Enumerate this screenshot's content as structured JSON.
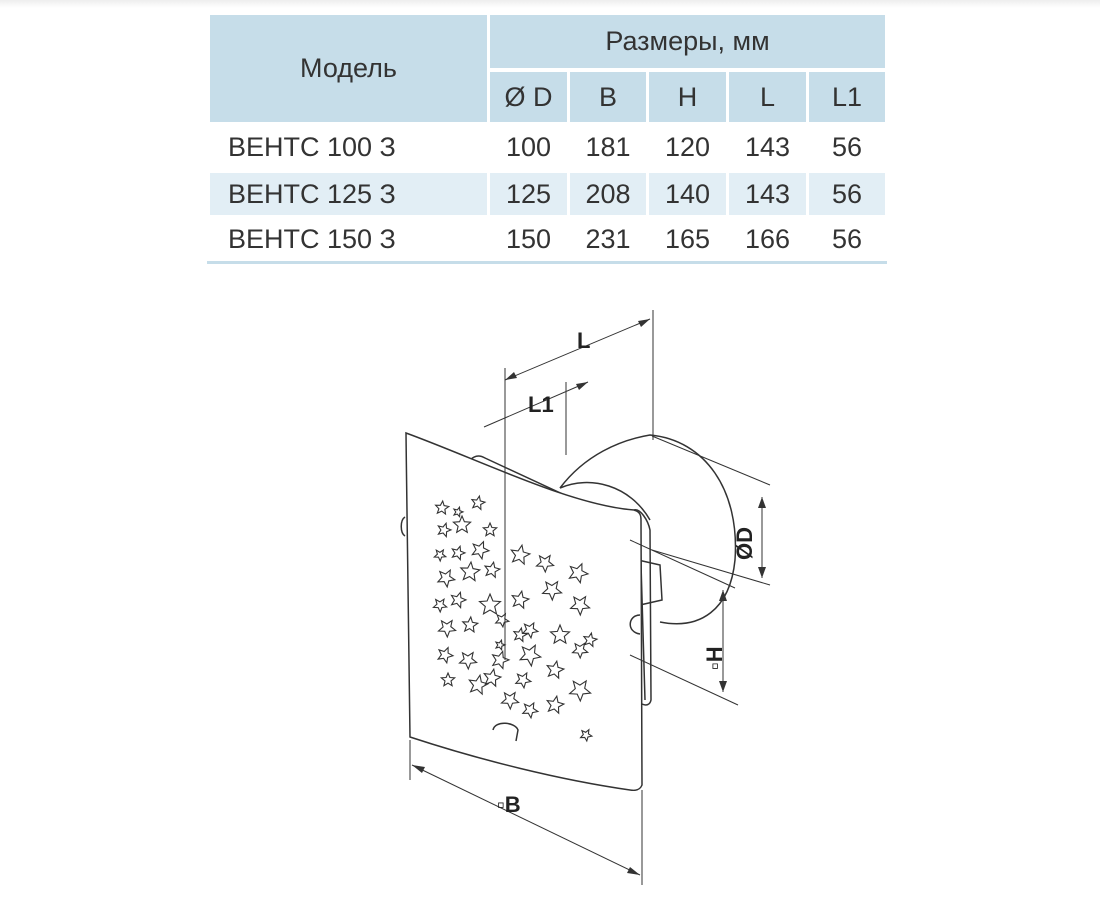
{
  "table": {
    "model_header": "Модель",
    "group_header": "Размеры, мм",
    "columns": [
      "Ø D",
      "B",
      "H",
      "L",
      "L1"
    ],
    "rows": [
      {
        "model": "ВЕНТС 100 З",
        "values": [
          "100",
          "181",
          "120",
          "143",
          "56"
        ]
      },
      {
        "model": "ВЕНТС 125 З",
        "values": [
          "125",
          "208",
          "140",
          "143",
          "56"
        ]
      },
      {
        "model": "ВЕНТС 150 З",
        "values": [
          "150",
          "231",
          "165",
          "166",
          "56"
        ]
      }
    ]
  },
  "drawing": {
    "labels": {
      "L": "L",
      "L1": "L1",
      "D": "ØD",
      "H": "▫H",
      "B": "▫B"
    }
  }
}
